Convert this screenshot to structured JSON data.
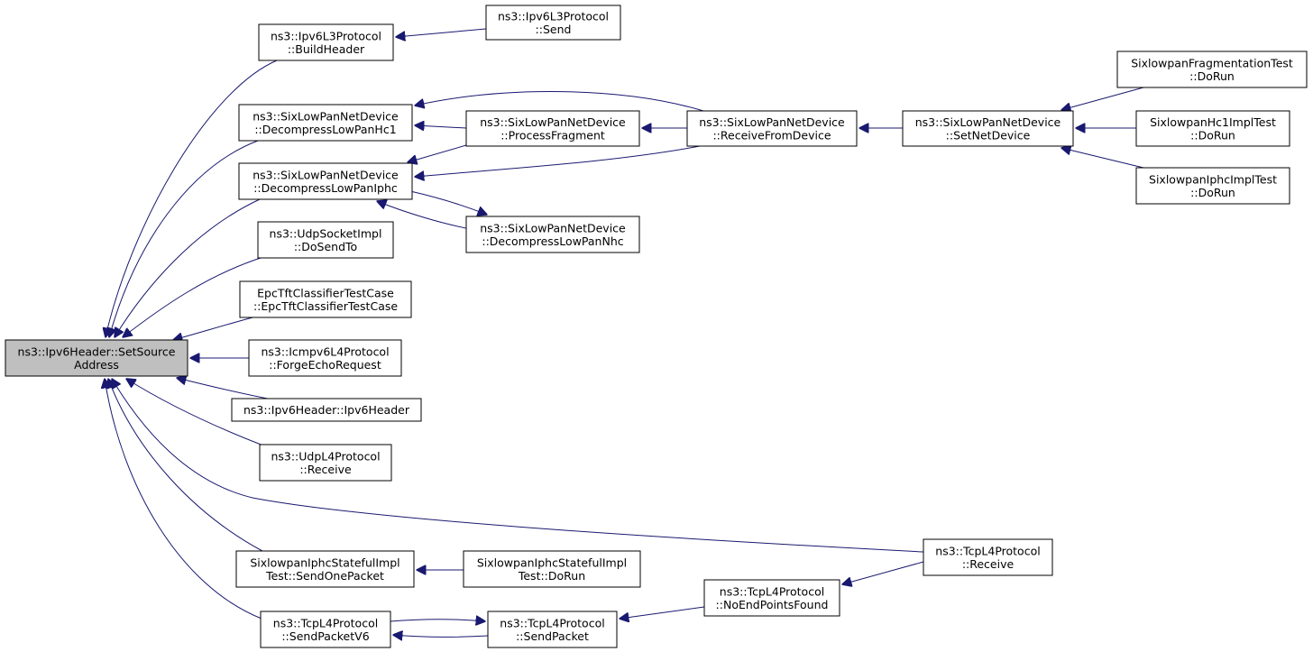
{
  "colors": {
    "edge": "#191970",
    "node_border": "#000000",
    "node_fill": "#ffffff",
    "root_fill": "#bfbfbf",
    "text": "#000000"
  },
  "nodes": [
    {
      "id": "root",
      "lines": [
        "ns3::Ipv6Header::SetSource",
        "Address"
      ],
      "highlight": true
    },
    {
      "id": "buildheader",
      "lines": [
        "ns3::Ipv6L3Protocol",
        "::BuildHeader"
      ]
    },
    {
      "id": "l3send",
      "lines": [
        "ns3::Ipv6L3Protocol",
        "::Send"
      ]
    },
    {
      "id": "dechc1",
      "lines": [
        "ns3::SixLowPanNetDevice",
        "::DecompressLowPanHc1"
      ]
    },
    {
      "id": "procfrag",
      "lines": [
        "ns3::SixLowPanNetDevice",
        "::ProcessFragment"
      ]
    },
    {
      "id": "recvdev",
      "lines": [
        "ns3::SixLowPanNetDevice",
        "::ReceiveFromDevice"
      ]
    },
    {
      "id": "setnetdev",
      "lines": [
        "ns3::SixLowPanNetDevice",
        "::SetNetDevice"
      ]
    },
    {
      "id": "fragtest",
      "lines": [
        "SixlowpanFragmentationTest",
        "::DoRun"
      ]
    },
    {
      "id": "hc1test",
      "lines": [
        "SixlowpanHc1ImplTest",
        "::DoRun"
      ]
    },
    {
      "id": "iphctest",
      "lines": [
        "SixlowpanIphcImplTest",
        "::DoRun"
      ]
    },
    {
      "id": "deciphc",
      "lines": [
        "ns3::SixLowPanNetDevice",
        "::DecompressLowPanIphc"
      ]
    },
    {
      "id": "decnhc",
      "lines": [
        "ns3::SixLowPanNetDevice",
        "::DecompressLowPanNhc"
      ]
    },
    {
      "id": "udpsend",
      "lines": [
        "ns3::UdpSocketImpl",
        "::DoSendTo"
      ]
    },
    {
      "id": "epctest",
      "lines": [
        "EpcTftClassifierTestCase",
        "::EpcTftClassifierTestCase"
      ]
    },
    {
      "id": "icmpecho",
      "lines": [
        "ns3::Icmpv6L4Protocol",
        "::ForgeEchoRequest"
      ]
    },
    {
      "id": "ipv6ctor",
      "lines": [
        "ns3::Ipv6Header::Ipv6Header"
      ]
    },
    {
      "id": "udprecv",
      "lines": [
        "ns3::UdpL4Protocol",
        "::Receive"
      ]
    },
    {
      "id": "tcprecv",
      "lines": [
        "ns3::TcpL4Protocol",
        "::Receive"
      ]
    },
    {
      "id": "statefulsend",
      "lines": [
        "SixlowpanIphcStatefulImpl",
        "Test::SendOnePacket"
      ]
    },
    {
      "id": "statefulrun",
      "lines": [
        "SixlowpanIphcStatefulImpl",
        "Test::DoRun"
      ]
    },
    {
      "id": "noendpoints",
      "lines": [
        "ns3::TcpL4Protocol",
        "::NoEndPointsFound"
      ]
    },
    {
      "id": "sendv6",
      "lines": [
        "ns3::TcpL4Protocol",
        "::SendPacketV6"
      ]
    },
    {
      "id": "sendpacket",
      "lines": [
        "ns3::TcpL4Protocol",
        "::SendPacket"
      ]
    }
  ],
  "edges": [
    {
      "from": "buildheader",
      "to": "root"
    },
    {
      "from": "l3send",
      "to": "buildheader"
    },
    {
      "from": "dechc1",
      "to": "root"
    },
    {
      "from": "procfrag",
      "to": "dechc1"
    },
    {
      "from": "recvdev",
      "to": "dechc1"
    },
    {
      "from": "recvdev",
      "to": "procfrag"
    },
    {
      "from": "setnetdev",
      "to": "recvdev"
    },
    {
      "from": "fragtest",
      "to": "setnetdev"
    },
    {
      "from": "hc1test",
      "to": "setnetdev"
    },
    {
      "from": "iphctest",
      "to": "setnetdev"
    },
    {
      "from": "deciphc",
      "to": "root"
    },
    {
      "from": "procfrag",
      "to": "deciphc"
    },
    {
      "from": "recvdev",
      "to": "deciphc"
    },
    {
      "from": "decnhc",
      "to": "deciphc"
    },
    {
      "from": "deciphc",
      "to": "decnhc"
    },
    {
      "from": "udpsend",
      "to": "root"
    },
    {
      "from": "epctest",
      "to": "root"
    },
    {
      "from": "icmpecho",
      "to": "root"
    },
    {
      "from": "ipv6ctor",
      "to": "root"
    },
    {
      "from": "udprecv",
      "to": "root"
    },
    {
      "from": "tcprecv",
      "to": "root"
    },
    {
      "from": "statefulsend",
      "to": "root"
    },
    {
      "from": "statefulrun",
      "to": "statefulsend"
    },
    {
      "from": "sendv6",
      "to": "root"
    },
    {
      "from": "sendpacket",
      "to": "sendv6"
    },
    {
      "from": "sendv6",
      "to": "sendpacket"
    },
    {
      "from": "noendpoints",
      "to": "sendpacket"
    },
    {
      "from": "tcprecv",
      "to": "noendpoints"
    }
  ]
}
